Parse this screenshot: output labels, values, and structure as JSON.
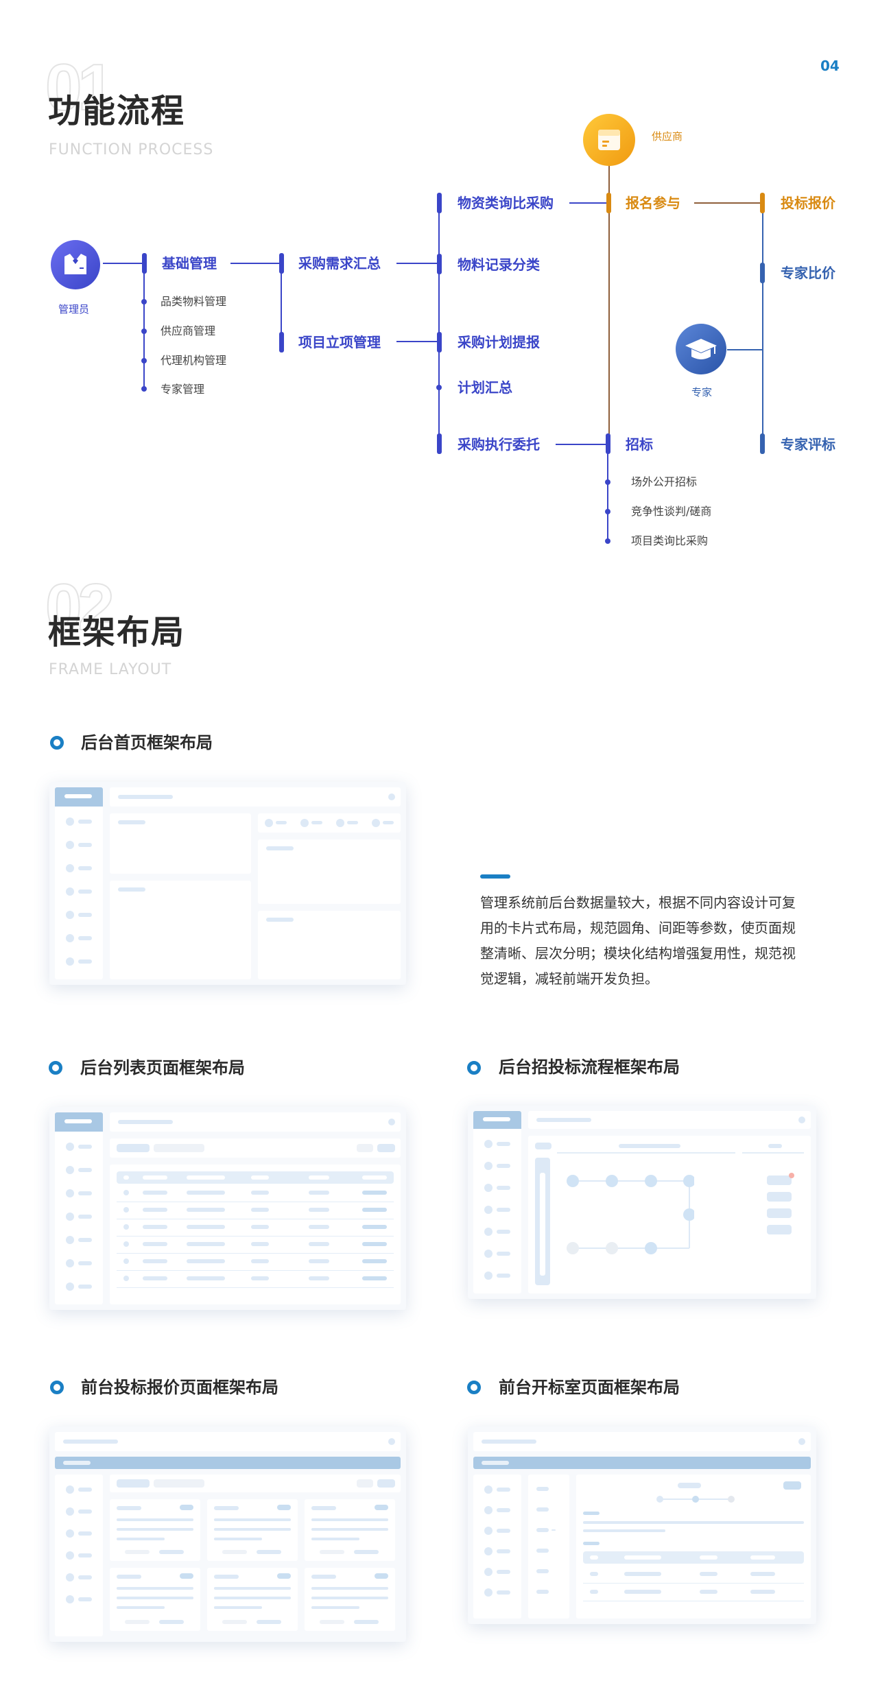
{
  "page_number": "04",
  "section1": {
    "number": "01",
    "title": "功能流程",
    "subtitle": "FUNCTION PROCESS"
  },
  "section2": {
    "number": "02",
    "title": "框架布局",
    "subtitle": "FRAME LAYOUT"
  },
  "flow": {
    "roles": {
      "admin": "管理员",
      "supplier": "供应商",
      "expert": "专家"
    },
    "nodes": {
      "base_mgmt": "基础管理",
      "demand_summary": "采购需求汇总",
      "project_setup": "项目立项管理",
      "material_inquiry": "物资类询比采购",
      "material_classify": "物料记录分类",
      "plan_report": "采购计划提报",
      "plan_summary": "计划汇总",
      "exec_entrust": "采购执行委托",
      "register": "报名参与",
      "bid_quote": "投标报价",
      "expert_compare": "专家比价",
      "expert_review": "专家评标",
      "tender": "招标"
    },
    "base_children": [
      "品类物料管理",
      "供应商管理",
      "代理机构管理",
      "专家管理"
    ],
    "tender_children": [
      "场外公开招标",
      "竞争性谈判/磋商",
      "项目类询比采购"
    ]
  },
  "layouts": {
    "home": "后台首页框架布局",
    "list": "后台列表页面框架布局",
    "process": "后台招投标流程框架布局",
    "quote": "前台投标报价页面框架布局",
    "opening": "前台开标室页面框架布局"
  },
  "description": "管理系统前后台数据量较大，根据不同内容设计可复用的卡片式布局，规范圆角、间距等参数，使页面规整清晰、层次分明；模块化结构增强复用性，规范视觉逻辑，减轻前端开发负担。",
  "colors": {
    "blue": "#3a45c8",
    "orange": "#d98a12",
    "accent": "#1a7fc4",
    "steel": "#3562b0"
  }
}
